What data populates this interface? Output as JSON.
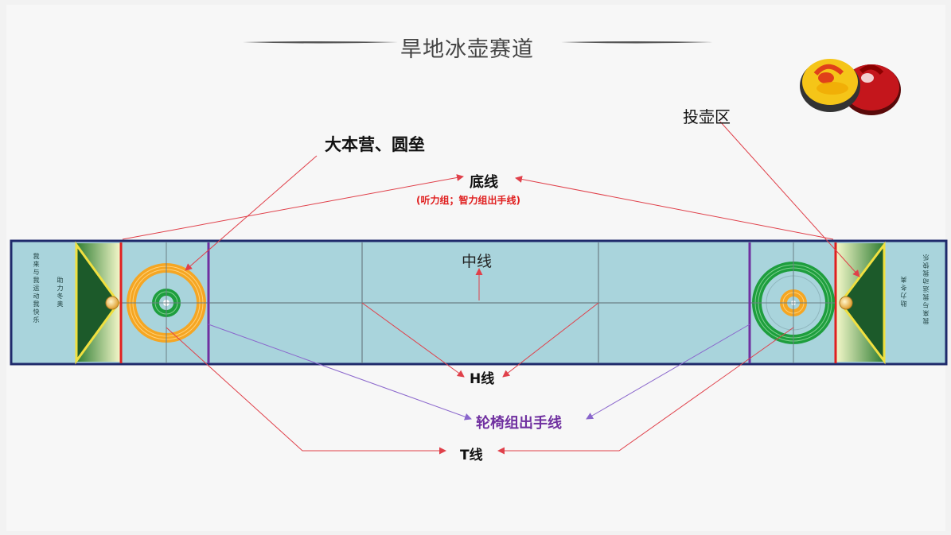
{
  "title": "旱地冰壶赛道",
  "labels": {
    "house": "大本营、圆垒",
    "back_line": "底线",
    "back_line_note": "(听力组；智力组出手线)",
    "delivery_area": "投壶区",
    "center_line": "中线",
    "h_line": "H线",
    "wheelchair_line": "轮椅组出手线",
    "t_line": "T线"
  },
  "lane_text": {
    "left_outer": "我来与我运动我快乐",
    "left_inner": "助力冬奥",
    "right_inner": "助力冬奥",
    "right_outer": "我来与我运动我快乐"
  },
  "colors": {
    "lane_fill": "#a9d4dc",
    "lane_border": "#1f2a6b",
    "back_line": "#e02020",
    "wheelchair_line": "#7030a0",
    "house_orange": "#f5a623",
    "house_green": "#1e9e3e",
    "arrow_red": "#e0404a",
    "arrow_purple": "#8a66cc"
  },
  "icons": {
    "curling_stones": "curling-stones-icon"
  }
}
